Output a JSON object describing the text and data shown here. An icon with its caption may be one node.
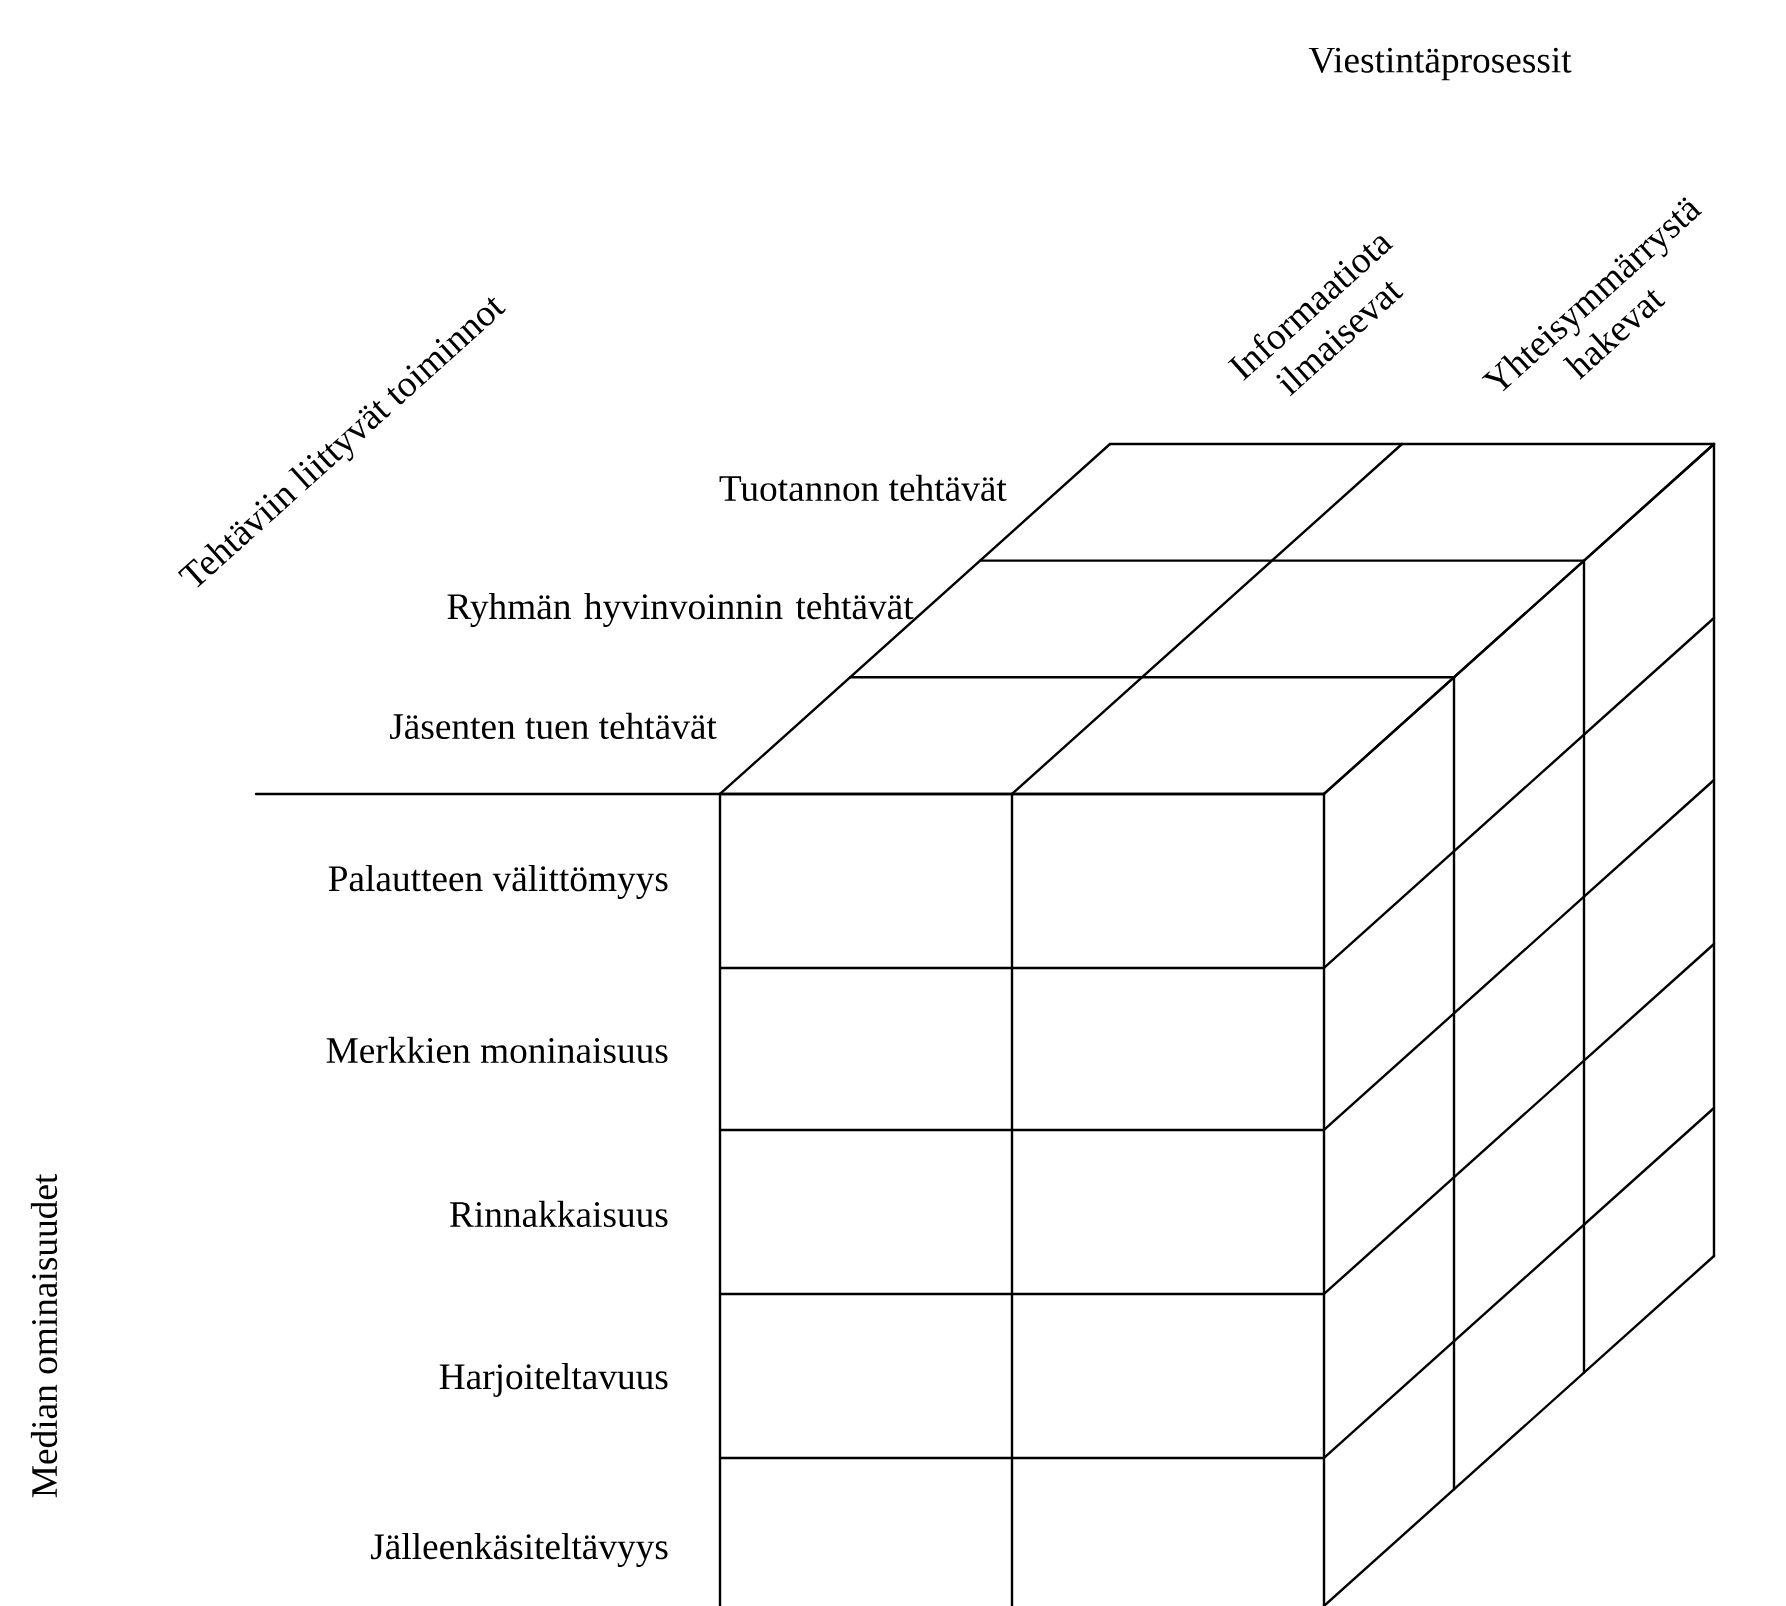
{
  "diagram": {
    "labels": [
      "Viestintäprosessit",
      "Tehtäviin liittyvät toiminnot",
      "Informaatiota ilmaisevat",
      "Yhteisymmärrystä hakevat",
      "Tuotannon tehtävät",
      "Ryhmän hyvinvoinnin tehtävät",
      "Jäsenten tuen tehtävät",
      "Median ominaisuudet",
      "Palautteen välittömyys",
      "Merkkien moninaisuus",
      "Rinnakkaisuus",
      "Harjoiteltavuus",
      "Jälleenkäsiteltävyys"
    ]
  }
}
